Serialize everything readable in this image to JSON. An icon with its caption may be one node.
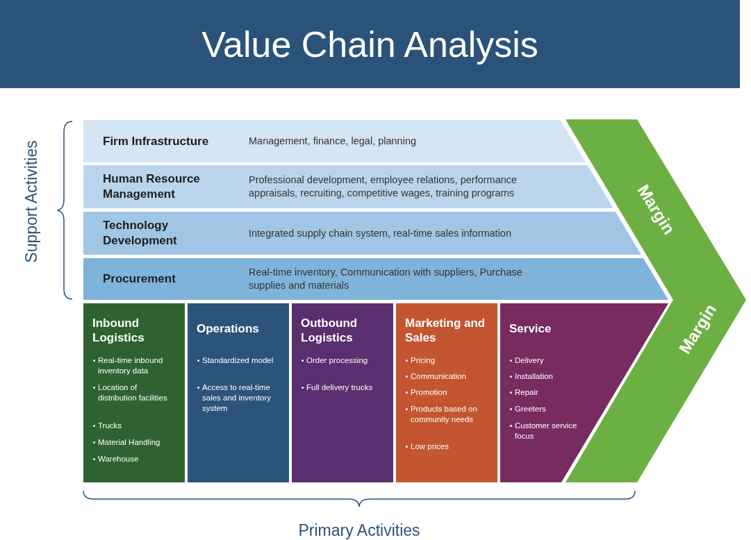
{
  "diagram": {
    "title": "Value Chain Analysis",
    "nodes": [
      {
        "text": [
          "Firm Infrastructure",
          "Management, finance, legal, planning"
        ]
      },
      {
        "text": [
          "Human Resource Management",
          "Professional development, employee relations, performance appraisals, recruiting, competitive wages, training programs"
        ]
      },
      {
        "text": [
          "Technology Development",
          "Integrated supply chain system, real-time sales information"
        ]
      },
      {
        "text": [
          "Procurement",
          "Real-time inventory, Communication with suppliers, Purchase supplies and materials"
        ]
      },
      {
        "text": [
          "Inbound Logistics",
          "Real-time inbound inventory data",
          "Location of distribution facilities",
          "Trucks",
          "Material Handling",
          "Warehouse"
        ]
      },
      {
        "text": [
          "Operations",
          "Standardized model",
          "Access to real-time sales and inventory system"
        ]
      },
      {
        "text": [
          "Outbound Logistics",
          "Order processing",
          "Full delivery trucks"
        ]
      },
      {
        "text": [
          "Marketing and Sales",
          "Pricing",
          "Communication",
          "Promotion",
          "Products based on community needs",
          "Low prices"
        ]
      },
      {
        "text": [
          "Service",
          "Delivery",
          "Installation",
          "Repair",
          "Greeters",
          "Customer service focus"
        ]
      },
      {
        "text": [
          "Margin",
          "Margin"
        ]
      }
    ],
    "edges": [],
    "labels": [
      "Support Activities",
      "Primary Activities"
    ]
  }
}
